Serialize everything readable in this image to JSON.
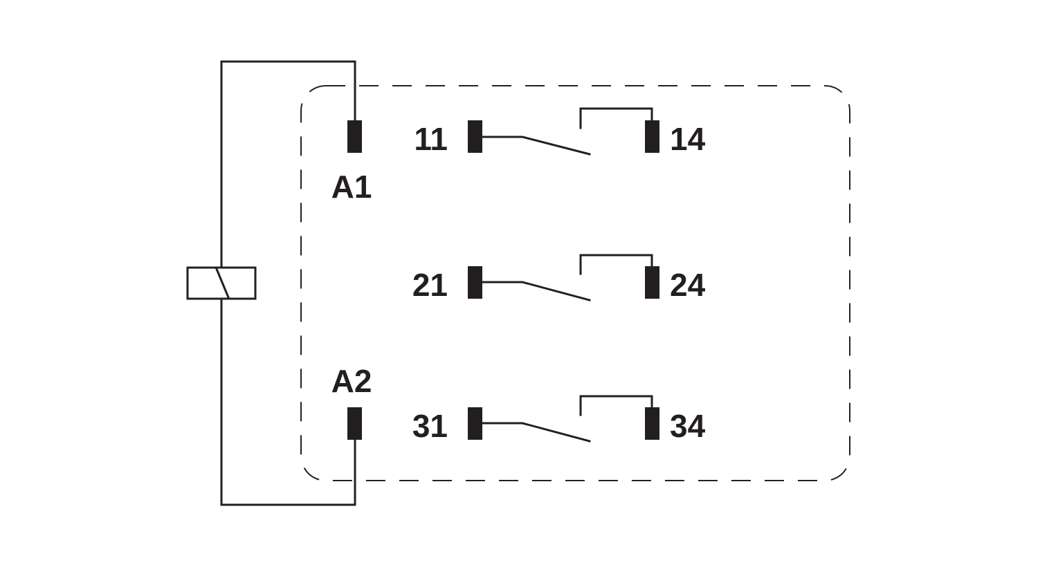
{
  "diagram": {
    "coil_terminals": {
      "top": "A1",
      "bottom": "A2"
    },
    "contacts": [
      {
        "common": "11",
        "no": "14"
      },
      {
        "common": "21",
        "no": "24"
      },
      {
        "common": "31",
        "no": "34"
      }
    ],
    "colors": {
      "line": "#231f20",
      "background": "#ffffff"
    }
  }
}
